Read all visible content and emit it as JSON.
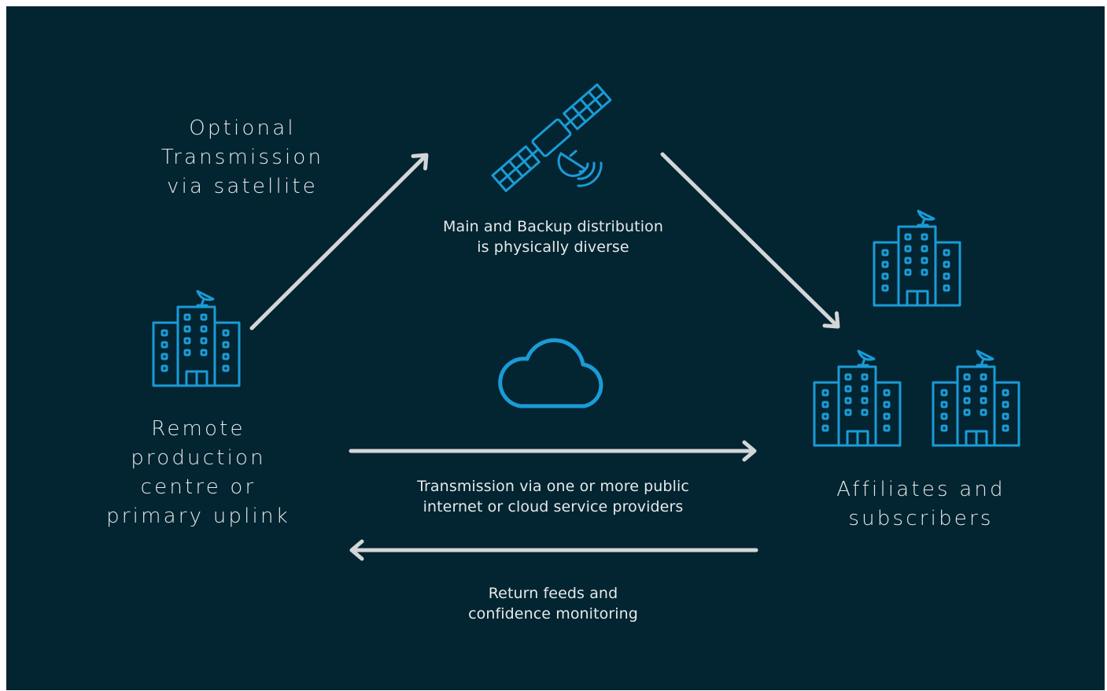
{
  "diagram": {
    "colors": {
      "background": "#032431",
      "icon": "#1a9bd6",
      "arrow": "#d3d6d7",
      "text": "#e4e9ea"
    },
    "labels": {
      "optional_satellite": [
        "Optional",
        "Transmission",
        "via satellite"
      ],
      "satellite_note": [
        "Main and Backup distribution",
        "is physically diverse"
      ],
      "remote_production": [
        "Remote",
        "production",
        "centre or",
        "primary uplink"
      ],
      "affiliates": [
        "Affiliates and",
        "subscribers"
      ],
      "internet_transmission": [
        "Transmission via one or more public",
        "internet or cloud service providers"
      ],
      "return_feeds": [
        "Return feeds and",
        "confidence monitoring"
      ]
    },
    "icons": [
      "satellite-icon",
      "cloud-icon",
      "building-satellite-dish-icon"
    ],
    "arrows": [
      "uplink-to-satellite",
      "satellite-to-affiliates",
      "internet-forward",
      "return-feed"
    ]
  }
}
